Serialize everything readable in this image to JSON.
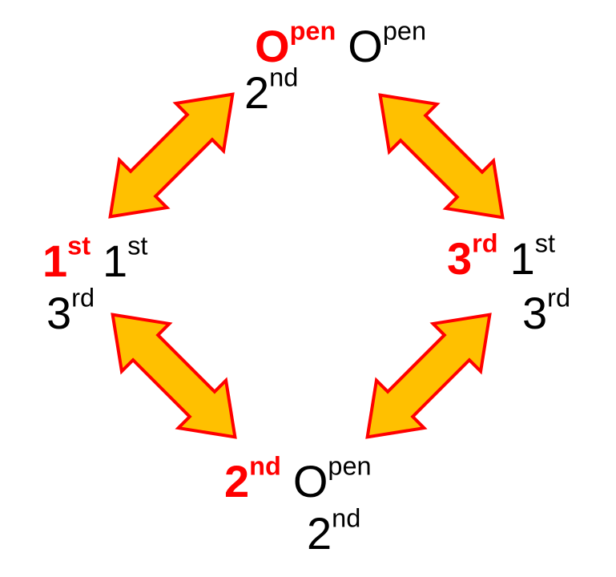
{
  "colors": {
    "accent_red": "#FF0000",
    "text_black": "#000000",
    "arrow_fill": "#FFC000",
    "arrow_stroke": "#FF0000"
  },
  "nodes": {
    "top": {
      "highlight": {
        "base": "O",
        "sup": "pen"
      },
      "label": {
        "base": "O",
        "sup": "pen"
      },
      "sub": {
        "base": "2",
        "sup": "nd"
      }
    },
    "left": {
      "highlight": {
        "base": "1",
        "sup": "st"
      },
      "label": {
        "base": "1",
        "sup": "st"
      },
      "sub": {
        "base": "3",
        "sup": "rd"
      }
    },
    "right": {
      "highlight": {
        "base": "3",
        "sup": "rd"
      },
      "label": {
        "base": "1",
        "sup": "st"
      },
      "sub": {
        "base": "3",
        "sup": "rd"
      }
    },
    "bottom": {
      "highlight": {
        "base": "2",
        "sup": "nd"
      },
      "label": {
        "base": "O",
        "sup": "pen"
      },
      "sub": {
        "base": "2",
        "sup": "nd"
      }
    }
  },
  "arrows": [
    {
      "id": "top-left",
      "orientation": "ne-sw"
    },
    {
      "id": "top-right",
      "orientation": "nw-se"
    },
    {
      "id": "bottom-left",
      "orientation": "nw-se"
    },
    {
      "id": "bottom-right",
      "orientation": "ne-sw"
    }
  ]
}
